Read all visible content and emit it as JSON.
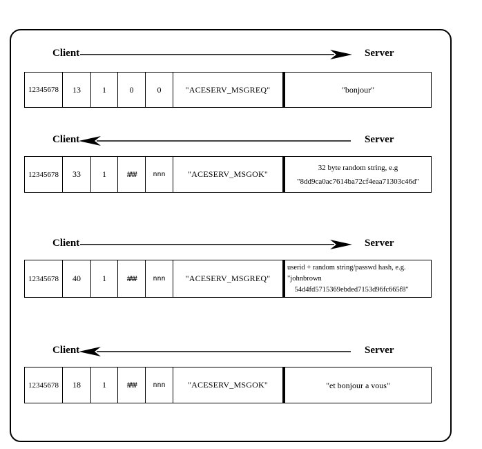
{
  "diagram": {
    "labels": {
      "client": "Client",
      "server": "Server"
    },
    "colors": {
      "ink": "#000000",
      "background": "#ffffff"
    },
    "exchanges": [
      {
        "direction": "right",
        "cells": [
          "12345678",
          "13",
          "1",
          "0",
          "0",
          "\"ACESERV_MSGREQ\""
        ],
        "payload_lines": [
          "\"bonjour\""
        ]
      },
      {
        "direction": "left",
        "cells": [
          "12345678",
          "33",
          "1",
          "###",
          "nnn",
          "\"ACESERV_MSGOK\""
        ],
        "payload_lines": [
          "32 byte random string, e.g",
          "\"8dd9ca0ac7614ba72cf4eaa71303c46d\""
        ]
      },
      {
        "direction": "right",
        "cells": [
          "12345678",
          "40",
          "1",
          "###",
          "nnn",
          "\"ACESERV_MSGREQ\""
        ],
        "payload_lines": [
          "userid + random string/passwd hash, e.g.",
          "\"johnbrown",
          "    54d4fd5715369ebded7153d96fc665f8\""
        ]
      },
      {
        "direction": "left",
        "cells": [
          "12345678",
          "18",
          "1",
          "###",
          "nnn",
          "\"ACESERV_MSGOK\""
        ],
        "payload_lines": [
          "\"et bonjour a vous\""
        ]
      }
    ]
  }
}
